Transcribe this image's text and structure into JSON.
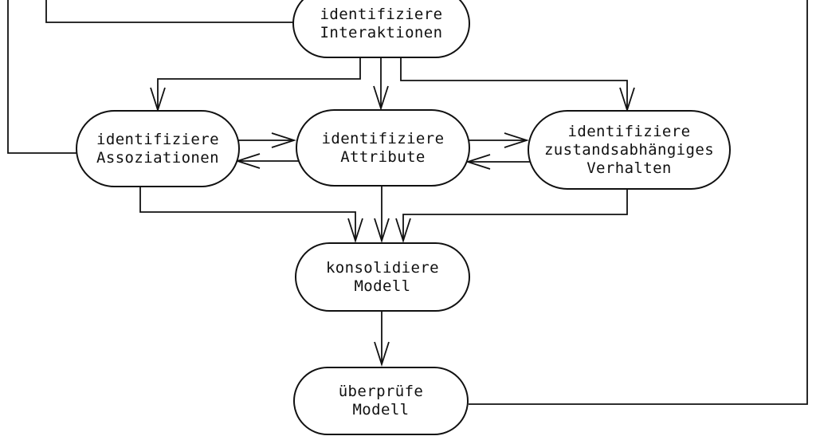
{
  "colors": {
    "background": "#ffffff",
    "stroke": "#111111",
    "node_fill": "#ffffff",
    "text": "#111111"
  },
  "diagram": {
    "nodes": [
      {
        "id": "interaktionen",
        "lines": [
          "identifiziere",
          "Interaktionen"
        ]
      },
      {
        "id": "assoziationen",
        "lines": [
          "identifiziere",
          "Assoziationen"
        ]
      },
      {
        "id": "attribute",
        "lines": [
          "identifiziere",
          "Attribute"
        ]
      },
      {
        "id": "verhalten",
        "lines": [
          "identifiziere",
          "zustandsabhängiges",
          "Verhalten"
        ]
      },
      {
        "id": "konsolidiere",
        "lines": [
          "konsolidiere",
          "Modell"
        ]
      },
      {
        "id": "ueberpruefe",
        "lines": [
          "überprüfe",
          "Modell"
        ]
      }
    ],
    "edges": [
      {
        "from": "offscreen-top",
        "to": "assoziationen",
        "style": "plain"
      },
      {
        "from": "offscreen-top",
        "to": "interaktionen",
        "style": "plain"
      },
      {
        "from": "interaktionen",
        "to": "assoziationen",
        "style": "arrow"
      },
      {
        "from": "interaktionen",
        "to": "attribute",
        "style": "arrow"
      },
      {
        "from": "interaktionen",
        "to": "verhalten",
        "style": "arrow"
      },
      {
        "from": "assoziationen",
        "to": "attribute",
        "style": "arrow"
      },
      {
        "from": "attribute",
        "to": "assoziationen",
        "style": "arrow"
      },
      {
        "from": "attribute",
        "to": "verhalten",
        "style": "arrow"
      },
      {
        "from": "verhalten",
        "to": "attribute",
        "style": "arrow"
      },
      {
        "from": "assoziationen",
        "to": "konsolidiere",
        "style": "arrow"
      },
      {
        "from": "attribute",
        "to": "konsolidiere",
        "style": "arrow"
      },
      {
        "from": "verhalten",
        "to": "konsolidiere",
        "style": "arrow"
      },
      {
        "from": "konsolidiere",
        "to": "ueberpruefe",
        "style": "arrow"
      },
      {
        "from": "ueberpruefe",
        "to": "offscreen-top",
        "style": "plain"
      }
    ]
  }
}
